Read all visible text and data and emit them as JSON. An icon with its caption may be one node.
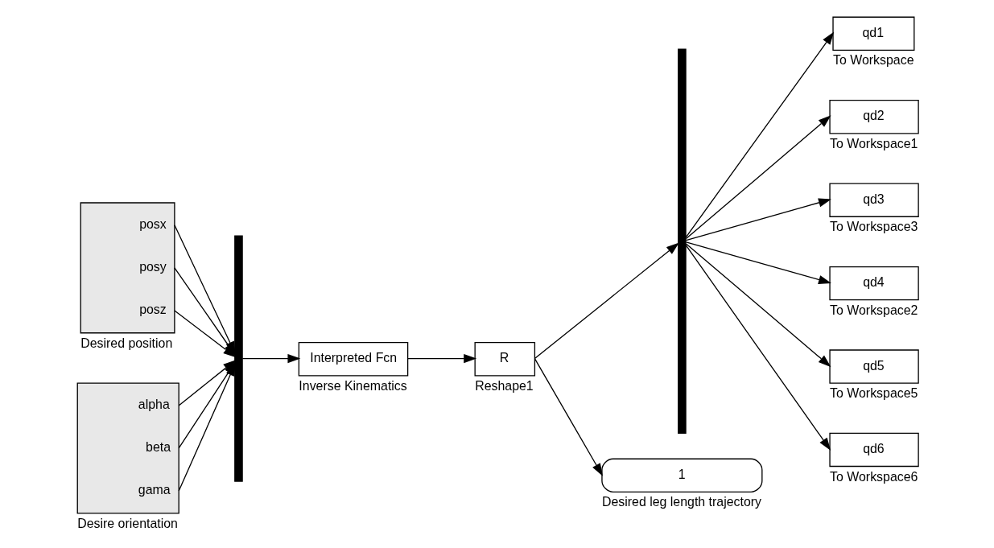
{
  "diagram": {
    "nodes": [
      {
        "text": [
          "posx",
          "posy",
          "posz"
        ],
        "beside": [
          "Desired position"
        ]
      },
      {
        "text": [
          "alpha",
          "beta",
          "gama"
        ],
        "beside": [
          "Desire orientation"
        ]
      },
      {
        "text": [],
        "shape": "bar"
      },
      {
        "text": [
          "Interpreted Fcn"
        ],
        "beside": [
          "Inverse Kinematics"
        ]
      },
      {
        "text": [
          "R"
        ],
        "beside": [
          "Reshape1"
        ]
      },
      {
        "text": [],
        "shape": "bar"
      },
      {
        "text": [
          "qd1"
        ],
        "beside": [
          "To Workspace"
        ]
      },
      {
        "text": [
          "qd2"
        ],
        "beside": [
          "To Workspace1"
        ]
      },
      {
        "text": [
          "qd3"
        ],
        "beside": [
          "To Workspace3"
        ]
      },
      {
        "text": [
          "qd4"
        ],
        "beside": [
          "To Workspace2"
        ]
      },
      {
        "text": [
          "qd5"
        ],
        "beside": [
          "To Workspace5"
        ]
      },
      {
        "text": [
          "qd6"
        ],
        "beside": [
          "To Workspace6"
        ]
      },
      {
        "text": [
          "1"
        ],
        "beside": [
          "Desired leg length trajectory"
        ]
      }
    ],
    "edges": [
      {
        "from": 0,
        "to": 2,
        "arrow": "to"
      },
      {
        "from": 0,
        "to": 2,
        "arrow": "to"
      },
      {
        "from": 0,
        "to": 2,
        "arrow": "to"
      },
      {
        "from": 1,
        "to": 2,
        "arrow": "to"
      },
      {
        "from": 1,
        "to": 2,
        "arrow": "to"
      },
      {
        "from": 1,
        "to": 2,
        "arrow": "to"
      },
      {
        "from": 2,
        "to": 3,
        "arrow": "to"
      },
      {
        "from": 3,
        "to": 4,
        "arrow": "to"
      },
      {
        "from": 4,
        "to": 5,
        "arrow": "to"
      },
      {
        "from": 4,
        "to": 12,
        "arrow": "to"
      },
      {
        "from": 5,
        "to": 6,
        "arrow": "to"
      },
      {
        "from": 5,
        "to": 7,
        "arrow": "to"
      },
      {
        "from": 5,
        "to": 8,
        "arrow": "to"
      },
      {
        "from": 5,
        "to": 9,
        "arrow": "to"
      },
      {
        "from": 5,
        "to": 10,
        "arrow": "to"
      },
      {
        "from": 5,
        "to": 11,
        "arrow": "to"
      }
    ]
  }
}
